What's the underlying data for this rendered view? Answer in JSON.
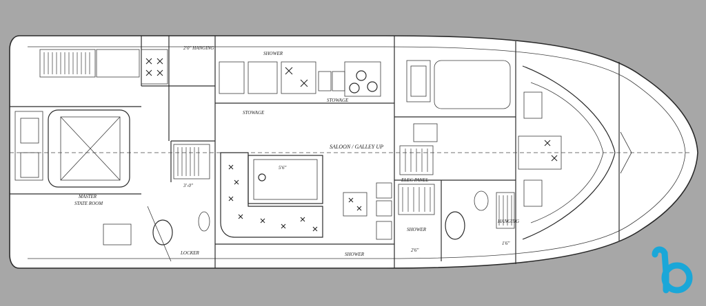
{
  "labels": {
    "hanging": "2'0\" HANGING",
    "shower_top": "SHOWER",
    "saloon": "SALOON / GALLEY UP",
    "stowage_left": "STOWAGE",
    "stowage_right": "STOWAGE",
    "master": "MASTER",
    "master_sub": "STATE ROOM",
    "locker": "LOCKER",
    "shower_bottom": "SHOWER",
    "shower_mid": "SHOWER",
    "elec_panel": "ELEC PANEL",
    "hanging_right": "HANGING",
    "dim_3_0": "3'-0\"",
    "dim_5_6": "5'6\"",
    "dim_1_6": "1'6\"",
    "dim_2_6": "2'6\""
  },
  "colors": {
    "background": "#a7a7a7",
    "hull_fill": "#ffffff",
    "ink": "#2a2a2a",
    "logo": "#1aa7d8"
  },
  "logo": {
    "icon": "boat-broker-logo-icon"
  }
}
